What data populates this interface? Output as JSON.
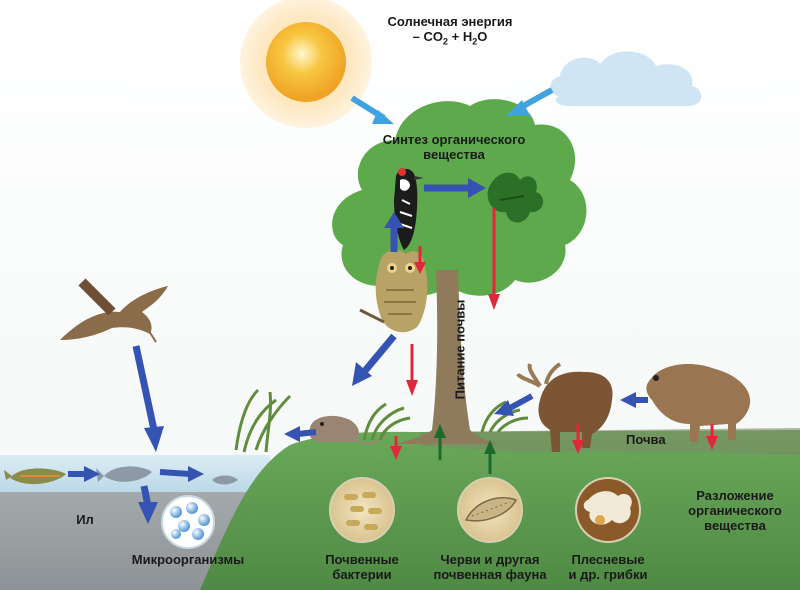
{
  "labels": {
    "solar_line1": "Солнечная энергия",
    "solar_line2_prefix": "– CO",
    "solar_line2_sub1": "2",
    "solar_line2_mid": " + H",
    "solar_line2_sub2": "2",
    "solar_line2_suffix": "O",
    "synthesis_line1": "Синтез органического",
    "synthesis_line2": "вещества",
    "soil_nutrition": "Питание почвы",
    "soil": "Почва",
    "silt": "Ил",
    "decomposition_line1": "Разложение",
    "decomposition_line2": "органического",
    "decomposition_line3": "вещества",
    "microorganisms": "Микроорганизмы",
    "soil_bacteria_line1": "Почвенные",
    "soil_bacteria_line2": "бактерии",
    "worms_line1": "Черви и другая",
    "worms_line2": "почвенная фауна",
    "molds_line1": "Плесневые",
    "molds_line2": "и др. грибки"
  },
  "colors": {
    "sun_core": "#f5b52a",
    "sun_glow": "#fbe6a6",
    "cloud": "#cfe5f3",
    "tree_crown": "#5aa24a",
    "trunk": "#8f7a5c",
    "ground": "#5e9a4c",
    "water": "#c7e0ee",
    "silt": "#9aa0a3",
    "blue_arrow": "#3553b3",
    "light_blue_arrow": "#3ea3e0",
    "red_arrow": "#e0283c",
    "green_arrow": "#1d6b2a"
  }
}
